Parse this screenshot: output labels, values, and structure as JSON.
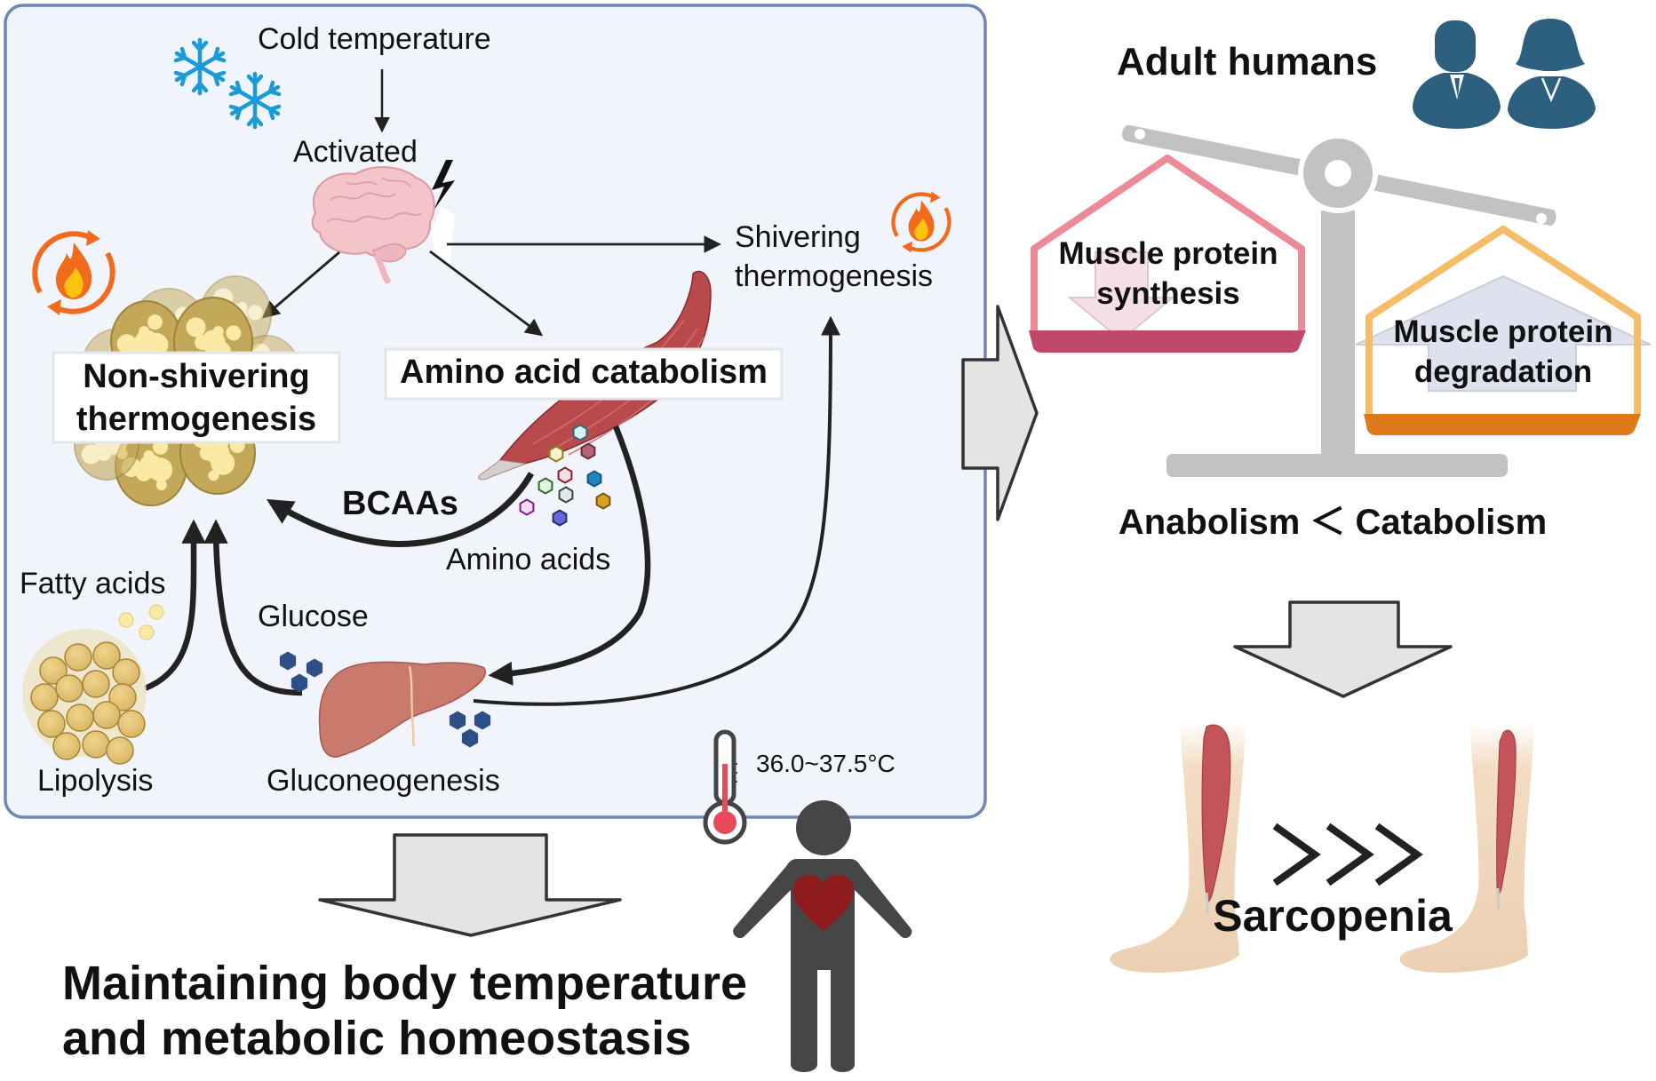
{
  "colors": {
    "panel_fill": "#f1f5fb",
    "panel_border": "#6e85b7",
    "arrow_dark": "#222222",
    "big_arrow_fill": "#e4e4e4",
    "big_arrow_stroke": "#333333",
    "snow": "#1a9ad6",
    "fire_ring": "#f26b1d",
    "flame_outer": "#f26b1d",
    "flame_inner": "#ffc20e",
    "brain": "#f3c4c8",
    "muscle": "#b84a4c",
    "liver": "#c97a6c",
    "glucose": "#2d4f85",
    "fat_cell": "#e2c277",
    "fat_cell_dark": "#b89a4e",
    "fat_droplet": "#fbeaa6",
    "scale_grey": "#c2c2c2",
    "pan_left_frame": "#ec8a98",
    "pan_left_tray": "#c0496b",
    "pan_right_frame": "#f7bd66",
    "pan_right_tray": "#df7a1a",
    "person_icon": "#2d5f7e",
    "body_figure": "#464646",
    "heart": "#8f1c1c",
    "thermo_red": "#e84a5a",
    "skin": "#efd3b6",
    "leg_muscle": "#c2545a"
  },
  "left_panel": {
    "cold_temperature": "Cold temperature",
    "activated": "Activated",
    "shivering_line1": "Shivering",
    "shivering_line2": "thermogenesis",
    "non_shivering_line1": "Non-shivering",
    "non_shivering_line2": "thermogenesis",
    "amino_acid_catabolism": "Amino acid catabolism",
    "bcaas": "BCAAs",
    "amino_acids": "Amino acids",
    "fatty_acids": "Fatty acids",
    "glucose": "Glucose",
    "lipolysis": "Lipolysis",
    "gluconeogenesis": "Gluconeogenesis",
    "temperature_range": "36.0~37.5°C"
  },
  "bottom": {
    "outcome_line1": "Maintaining body temperature",
    "outcome_line2": "and metabolic homeostasis"
  },
  "right_panel": {
    "adult_humans": "Adult humans",
    "synthesis_line1": "Muscle protein",
    "synthesis_line2": "synthesis",
    "degradation_line1": "Muscle protein",
    "degradation_line2": "degradation",
    "balance": "Anabolism ＜ Catabolism",
    "chevrons": "❯❯❯",
    "sarcopenia": "Sarcopenia"
  },
  "amino_acid_hexes": [
    {
      "fill": "#dcf1f6",
      "stroke": "#1f6f86"
    },
    {
      "fill": "#f8f2cf",
      "stroke": "#9a7a12"
    },
    {
      "fill": "#b46477",
      "stroke": "#6b2d3d"
    },
    {
      "fill": "#fadde3",
      "stroke": "#8d1b30"
    },
    {
      "fill": "#1f86bf",
      "stroke": "#15577b"
    },
    {
      "fill": "#e2f4df",
      "stroke": "#2f6d26"
    },
    {
      "fill": "#e0ebe6",
      "stroke": "#2f4d44"
    },
    {
      "fill": "#d9a122",
      "stroke": "#7d5409"
    },
    {
      "fill": "#f2dff5",
      "stroke": "#7a1d8e"
    },
    {
      "fill": "#6767d2",
      "stroke": "#2a2a82"
    }
  ]
}
